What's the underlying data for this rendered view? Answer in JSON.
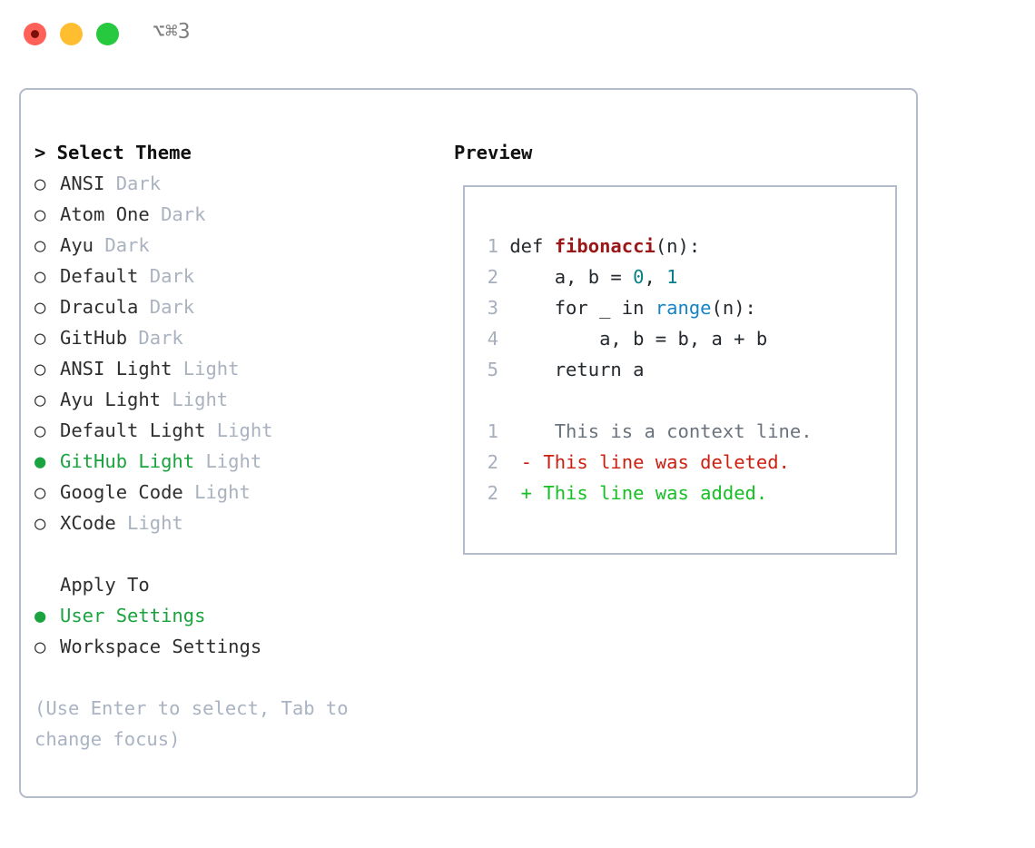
{
  "titlebar": {
    "traffic_lights": [
      "close-red",
      "minimize-yellow",
      "maximize-green"
    ],
    "shortcut": "⌥⌘3"
  },
  "colors": {
    "accent_green": "#1aa33f",
    "muted": "#aab2c0",
    "border": "#b3bcca",
    "diff_add": "#16bf24",
    "diff_del": "#cc1f10",
    "syntax_function": "#9b1616",
    "syntax_number": "#08808a",
    "syntax_call": "#1683c6"
  },
  "left": {
    "header": "> Select Theme",
    "themes": [
      {
        "bullet": "○",
        "name": "ANSI",
        "variant": "Dark",
        "selected": false
      },
      {
        "bullet": "○",
        "name": "Atom One",
        "variant": "Dark",
        "selected": false
      },
      {
        "bullet": "○",
        "name": "Ayu",
        "variant": "Dark",
        "selected": false
      },
      {
        "bullet": "○",
        "name": "Default",
        "variant": "Dark",
        "selected": false
      },
      {
        "bullet": "○",
        "name": "Dracula",
        "variant": "Dark",
        "selected": false
      },
      {
        "bullet": "○",
        "name": "GitHub",
        "variant": "Dark",
        "selected": false
      },
      {
        "bullet": "○",
        "name": "ANSI Light",
        "variant": "Light",
        "selected": false
      },
      {
        "bullet": "○",
        "name": "Ayu Light",
        "variant": "Light",
        "selected": false
      },
      {
        "bullet": "○",
        "name": "Default Light",
        "variant": "Light",
        "selected": false
      },
      {
        "bullet": "●",
        "name": "GitHub Light",
        "variant": "Light",
        "selected": true
      },
      {
        "bullet": "○",
        "name": "Google Code",
        "variant": "Light",
        "selected": false
      },
      {
        "bullet": "○",
        "name": "XCode",
        "variant": "Light",
        "selected": false
      }
    ],
    "apply_to_heading": "Apply To",
    "apply_to": [
      {
        "bullet": "●",
        "name": "User Settings",
        "selected": true
      },
      {
        "bullet": "○",
        "name": "Workspace Settings",
        "selected": false
      }
    ],
    "help_text": "(Use Enter to select, Tab to change focus)"
  },
  "right": {
    "preview_title": "Preview",
    "code_lines": [
      {
        "num": "1",
        "tokens": [
          {
            "t": "def ",
            "k": "plain"
          },
          {
            "t": "fibonacci",
            "k": "fn"
          },
          {
            "t": "(n):",
            "k": "plain"
          }
        ]
      },
      {
        "num": "2",
        "tokens": [
          {
            "t": "    a, b = ",
            "k": "plain"
          },
          {
            "t": "0",
            "k": "num"
          },
          {
            "t": ", ",
            "k": "plain"
          },
          {
            "t": "1",
            "k": "num"
          }
        ]
      },
      {
        "num": "3",
        "tokens": [
          {
            "t": "    for _ in ",
            "k": "plain"
          },
          {
            "t": "range",
            "k": "call"
          },
          {
            "t": "(n):",
            "k": "plain"
          }
        ]
      },
      {
        "num": "4",
        "tokens": [
          {
            "t": "        a, b = b, a + b",
            "k": "plain"
          }
        ]
      },
      {
        "num": "5",
        "tokens": [
          {
            "t": "    return a",
            "k": "plain"
          }
        ]
      }
    ],
    "diff_lines": [
      {
        "num": "1",
        "marker": " ",
        "text": "  This is a context line.",
        "kind": "ctx"
      },
      {
        "num": "2",
        "marker": "-",
        "text": " This line was deleted.",
        "kind": "del"
      },
      {
        "num": "2",
        "marker": "+",
        "text": " This line was added.",
        "kind": "add"
      }
    ]
  }
}
